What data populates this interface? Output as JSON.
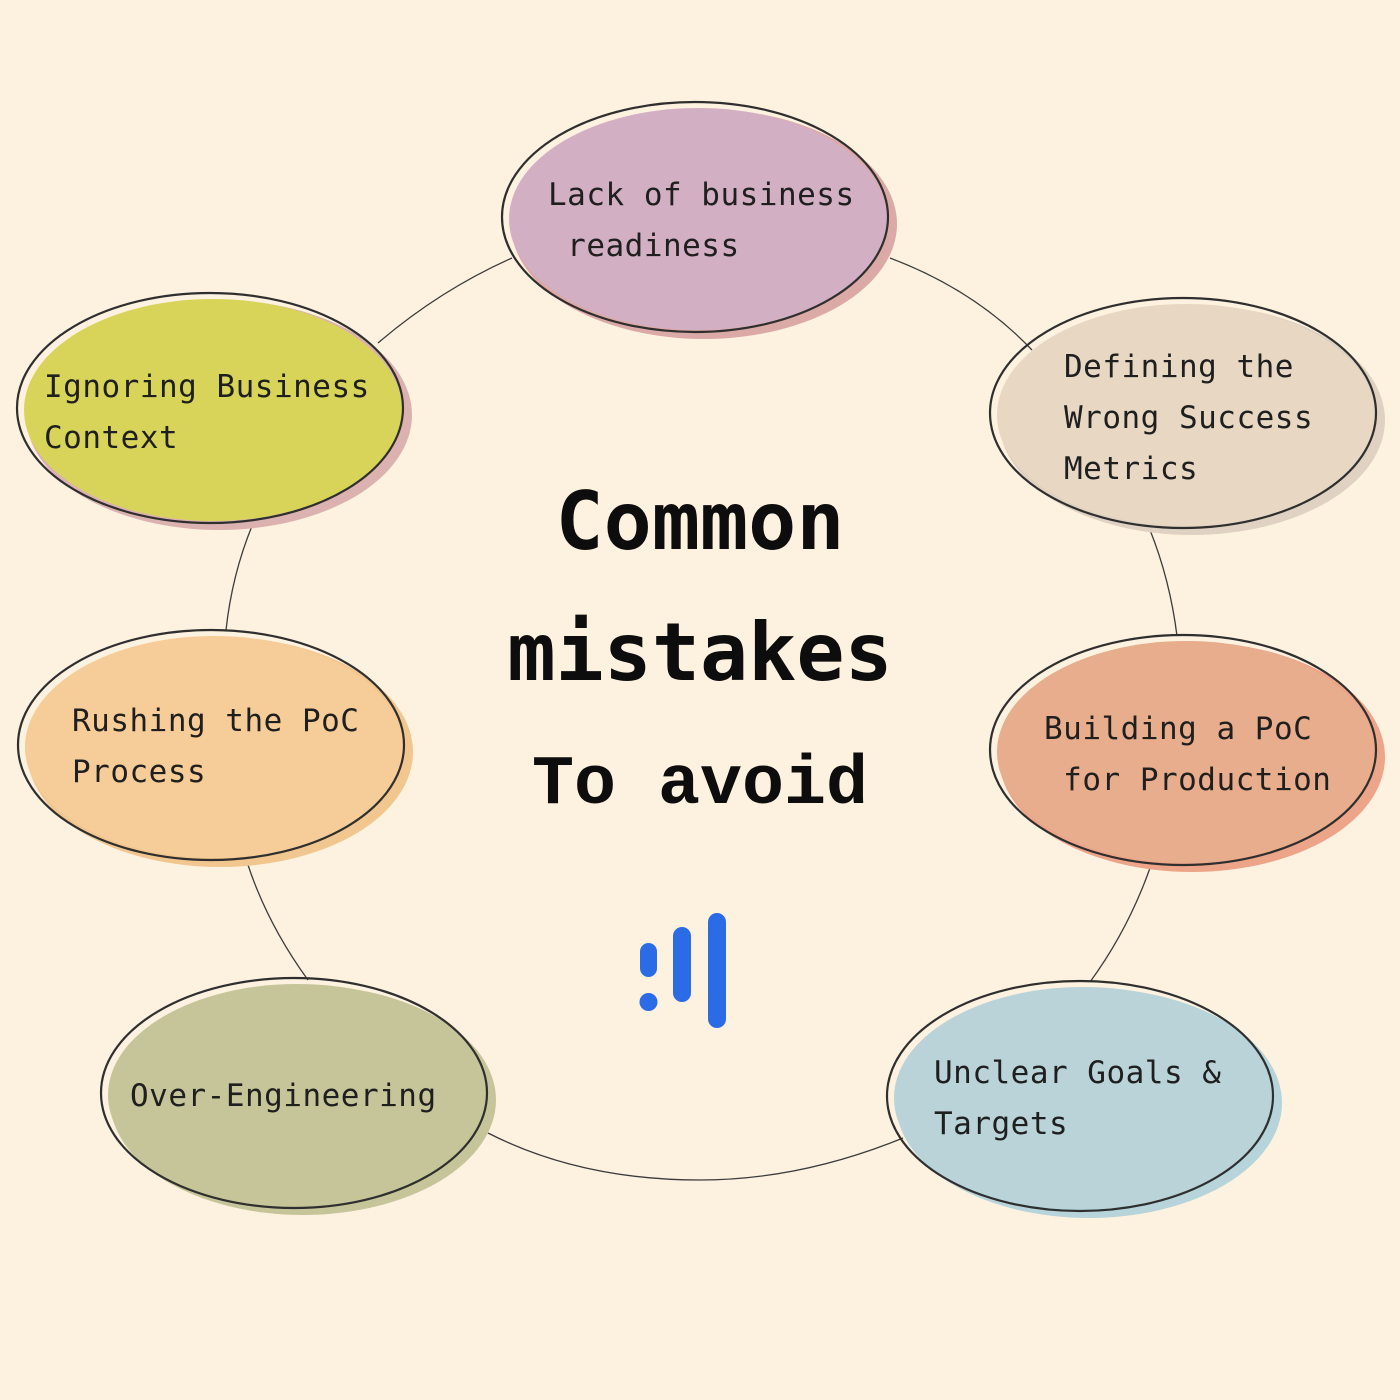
{
  "title": {
    "line1": "Common",
    "line2": "mistakes",
    "subtitle": "To avoid"
  },
  "logo": {
    "icon": "bar-signal-logo",
    "color": "#2b6be6"
  },
  "mistakes": [
    {
      "id": "lack-of-business-readiness",
      "label": "Lack of business\n readiness",
      "fill": "#d3afc4",
      "shadow": "#dcaaa6"
    },
    {
      "id": "defining-wrong-success-metrics",
      "label": "Defining the\nWrong Success\nMetrics",
      "fill": "#e8d8c3",
      "shadow": "#e0d2c2"
    },
    {
      "id": "building-poc-for-production",
      "label": "Building a PoC\n for Production",
      "fill": "#e7ad8c",
      "shadow": "#eda58a"
    },
    {
      "id": "unclear-goals-targets",
      "label": "Unclear Goals &\nTargets",
      "fill": "#b9d3d9",
      "shadow": "#b6d4da"
    },
    {
      "id": "over-engineering",
      "label": "Over-Engineering",
      "fill": "#c6c59a",
      "shadow": "#c6c59a"
    },
    {
      "id": "rushing-the-poc-process",
      "label": "Rushing the PoC\nProcess",
      "fill": "#f6cd98",
      "shadow": "#f2c68f"
    },
    {
      "id": "ignoring-business-context",
      "label": "Ignoring Business\nContext",
      "fill": "#d8d45a",
      "shadow": "#dbb2b0"
    }
  ],
  "colors": {
    "background": "#fdf1e0",
    "outline": "#2f2f2f",
    "connector": "#3c3c3c"
  }
}
